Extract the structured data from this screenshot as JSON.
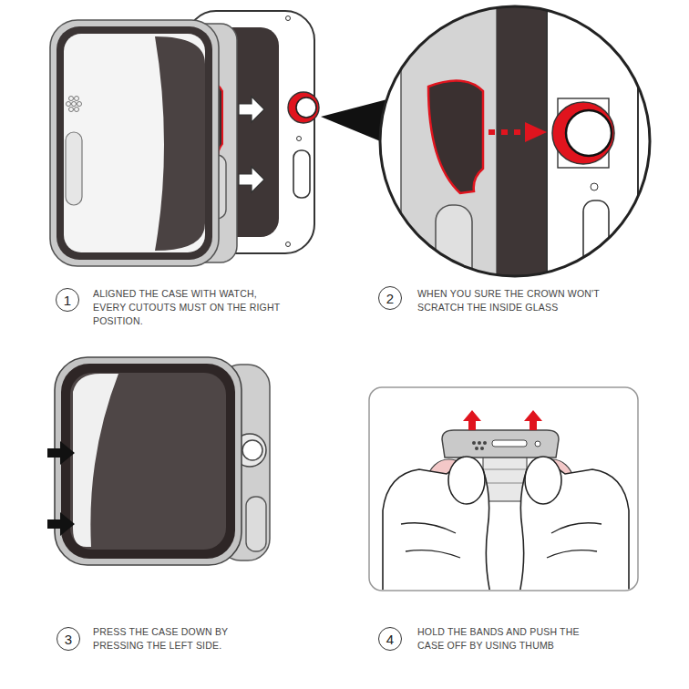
{
  "diagram": {
    "nodes": [
      {
        "text": [
          "1"
        ]
      },
      {
        "text": [
          "2"
        ]
      },
      {
        "text": [
          "3"
        ]
      },
      {
        "text": [
          "4"
        ]
      }
    ],
    "labels": [
      "ALIGNED THE CASE WITH WATCH, EVERY CUTOUTS MUST ON THE RIGHT POSITION.",
      "WHEN YOU SURE THE CROWN WON'T SCRATCH THE INSIDE GLASS",
      "PRESS THE CASE DOWN BY PRESSING THE LEFT SIDE.",
      "HOLD THE BANDS AND PUSH THE CASE OFF BY USING THUMB"
    ]
  }
}
